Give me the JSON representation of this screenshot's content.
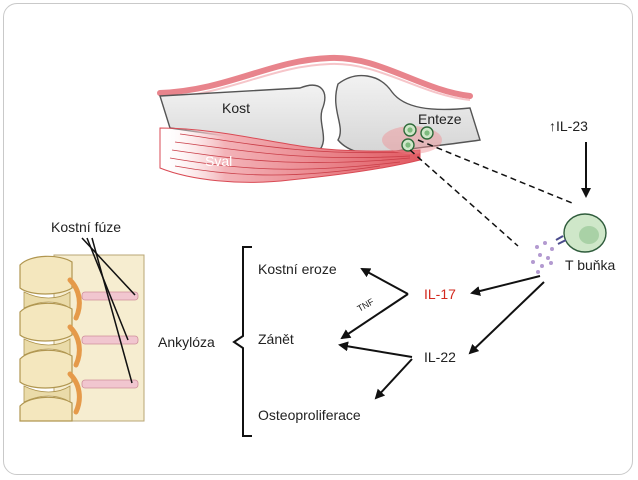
{
  "labels": {
    "bone": "Kost",
    "muscle": "Sval",
    "enthesis": "Enteze",
    "il23": "↑IL-23",
    "t_cell": "T buňka",
    "bone_fusion": "Kostní fúze",
    "ankylosis": "Ankylóza",
    "bone_erosion": "Kostní eroze",
    "inflammation": "Zánět",
    "osteoproliferation": "Osteoproliferace",
    "il17": "IL-17",
    "il22": "IL-22",
    "tnf": "TNF"
  },
  "colors": {
    "il17": "#d32a1f",
    "muscle_red": "#e15a62",
    "bone_fill": "#e8e8e8",
    "vertebra_fill": "#f6edd0",
    "fusion_pink": "#f1c6cf",
    "t_cell_green": "#cfe7c9",
    "cytokine_dots": "#b39ad0"
  }
}
